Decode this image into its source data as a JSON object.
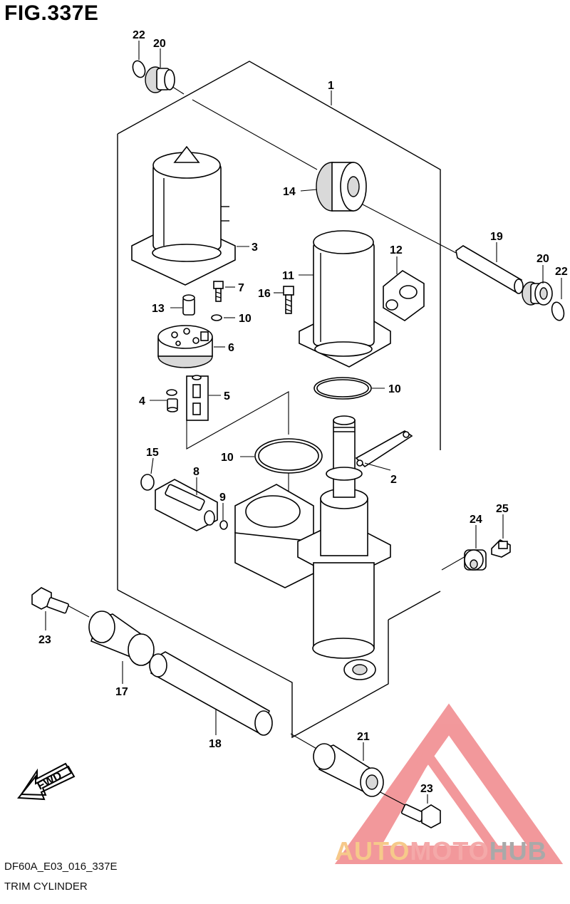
{
  "figure": {
    "title": "FIG.337E",
    "drawing_code": "DF60A_E03_016_337E",
    "name": "TRIM CYLINDER",
    "fwd_label": "FWD"
  },
  "callouts": [
    {
      "id": "c22a",
      "label": "22",
      "part": "circlip-top-left"
    },
    {
      "id": "c20a",
      "label": "20",
      "part": "bushing-top-left"
    },
    {
      "id": "c1",
      "label": "1",
      "part": "trim-cylinder-assembly"
    },
    {
      "id": "c14",
      "label": "14",
      "part": "bushing-upper"
    },
    {
      "id": "c3",
      "label": "3",
      "part": "trim-motor"
    },
    {
      "id": "c19",
      "label": "19",
      "part": "upper-pin"
    },
    {
      "id": "c20b",
      "label": "20",
      "part": "bushing-right"
    },
    {
      "id": "c22b",
      "label": "22",
      "part": "circlip-right"
    },
    {
      "id": "c12",
      "label": "12",
      "part": "plug"
    },
    {
      "id": "c11",
      "label": "11",
      "part": "reservoir"
    },
    {
      "id": "c16",
      "label": "16",
      "part": "reservoir-bolt"
    },
    {
      "id": "c7",
      "label": "7",
      "part": "pump-bolt"
    },
    {
      "id": "c13",
      "label": "13",
      "part": "filter"
    },
    {
      "id": "c10a",
      "label": "10",
      "part": "o-ring-small"
    },
    {
      "id": "c6",
      "label": "6",
      "part": "pump"
    },
    {
      "id": "c10b",
      "label": "10",
      "part": "o-ring-reservoir"
    },
    {
      "id": "c4",
      "label": "4",
      "part": "valve-small"
    },
    {
      "id": "c5",
      "label": "5",
      "part": "valve-assembly"
    },
    {
      "id": "c2",
      "label": "2",
      "part": "clamp"
    },
    {
      "id": "c15",
      "label": "15",
      "part": "snap-ring"
    },
    {
      "id": "c10c",
      "label": "10",
      "part": "o-ring-large"
    },
    {
      "id": "c8",
      "label": "8",
      "part": "manual-release-valve"
    },
    {
      "id": "c9",
      "label": "9",
      "part": "o-ring-valve"
    },
    {
      "id": "c24",
      "label": "24",
      "part": "collar"
    },
    {
      "id": "c25",
      "label": "25",
      "part": "collar-bolt"
    },
    {
      "id": "c23a",
      "label": "23",
      "part": "bolt-left"
    },
    {
      "id": "c17",
      "label": "17",
      "part": "bushing-lower"
    },
    {
      "id": "c18",
      "label": "18",
      "part": "lower-pin"
    },
    {
      "id": "c21",
      "label": "21",
      "part": "lower-bushing-right"
    },
    {
      "id": "c23b",
      "label": "23",
      "part": "bolt-bottom"
    }
  ],
  "watermark": {
    "part1": "AUTO",
    "part2": "MOTO",
    "part3": "HUB",
    "color_triangle": "#e8454a",
    "color_auto": "#f6c98a",
    "color_hub": "#a9a9a9"
  }
}
